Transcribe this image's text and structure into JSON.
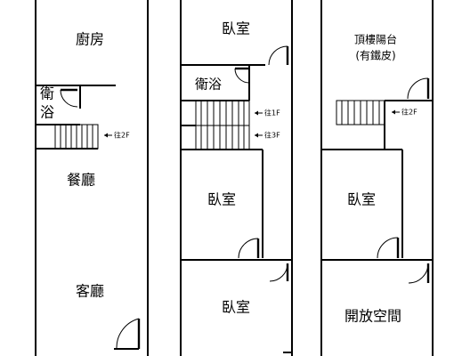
{
  "floors": [
    {
      "rooms": {
        "kitchen": "廚房",
        "bath_line1": "衛",
        "bath_line2": "浴",
        "dining": "餐廳",
        "living": "客廳"
      },
      "stair_note": "往2F"
    },
    {
      "rooms": {
        "bedroom_top": "臥室",
        "bath": "衛浴",
        "bedroom_mid": "臥室",
        "bedroom_bottom": "臥室"
      },
      "stair_note_up": "往1F",
      "stair_note_down": "往3F"
    },
    {
      "rooms": {
        "roof_line1": "頂樓陽台",
        "roof_line2": "(有鐵皮)",
        "bedroom": "臥室",
        "open_space": "開放空間"
      },
      "stair_note": "往2F"
    }
  ]
}
